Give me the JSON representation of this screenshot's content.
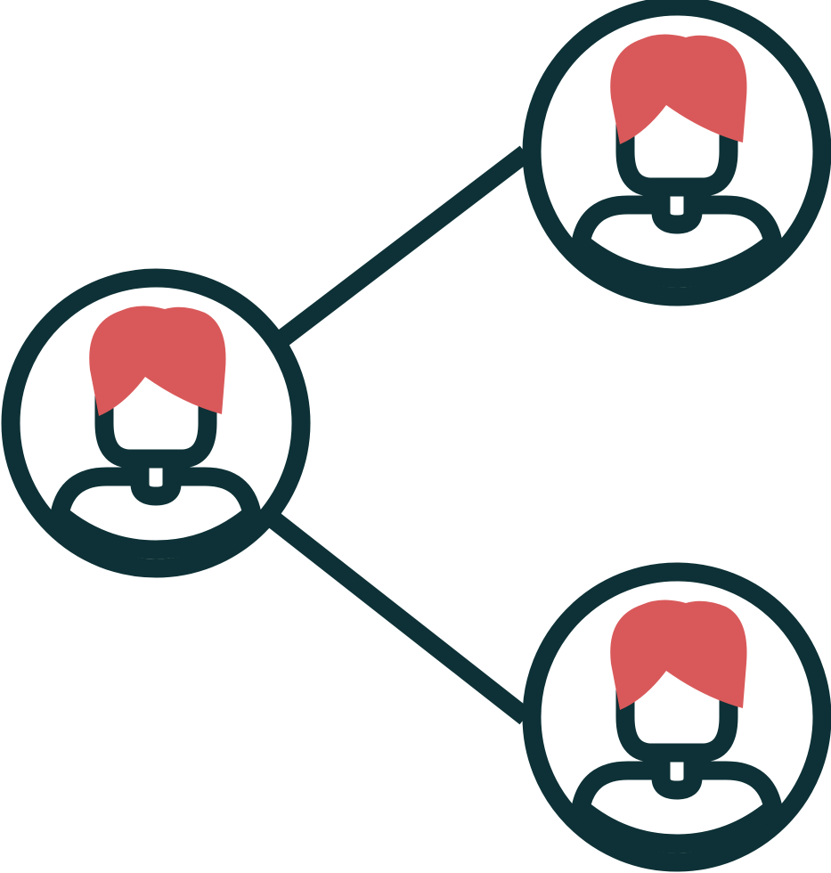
{
  "icon": {
    "name": "share-network-people-icon",
    "colors": {
      "outline": "#0d3136",
      "hair": "#d9595a",
      "background": "#ffffff"
    },
    "nodes": [
      {
        "id": "left-person",
        "icon": "person-avatar-icon"
      },
      {
        "id": "top-right-person",
        "icon": "person-avatar-icon"
      },
      {
        "id": "bottom-right-person",
        "icon": "person-avatar-icon"
      }
    ]
  }
}
